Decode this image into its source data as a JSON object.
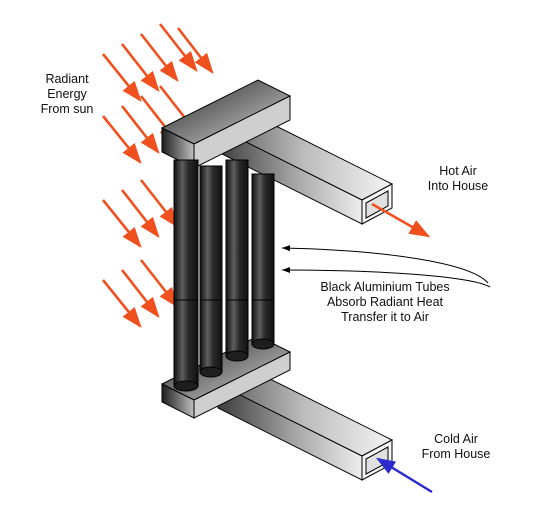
{
  "labels": {
    "radiant": [
      "Radiant",
      "Energy",
      "From sun"
    ],
    "hot_air": [
      "Hot Air",
      "Into House"
    ],
    "tubes": [
      "Black Aluminium Tubes",
      "Absorb Radiant Heat",
      "Transfer it to Air"
    ],
    "cold_air": [
      "Cold Air",
      "From House"
    ]
  },
  "colors": {
    "sun_arrow": "#f0501e",
    "hot_arrow": "#f0501e",
    "cold_arrow": "#2a2acf",
    "tube": "#2b2b2b",
    "duct_light": "#f2f2f2",
    "duct_dark": "#6a6a6a"
  }
}
